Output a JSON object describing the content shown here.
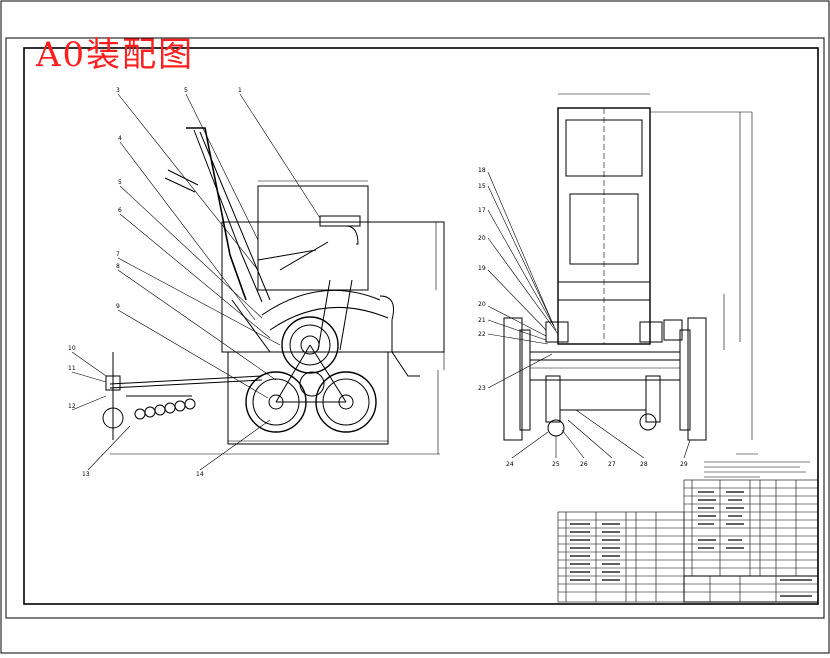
{
  "drawing": {
    "title": "A0装配图",
    "border_color": "#000000",
    "title_color": "#ff1f1f"
  },
  "left_view": {
    "callouts": [
      "3",
      "5",
      "1",
      "4",
      "5",
      "6",
      "7",
      "8",
      "9",
      "10",
      "11",
      "12",
      "13",
      "14"
    ]
  },
  "right_view": {
    "callouts_left": [
      "18",
      "15",
      "17",
      "20",
      "19",
      "20",
      "21",
      "22",
      "23"
    ],
    "callouts_bottom": [
      "24",
      "25",
      "26",
      "27",
      "28",
      "29"
    ]
  }
}
